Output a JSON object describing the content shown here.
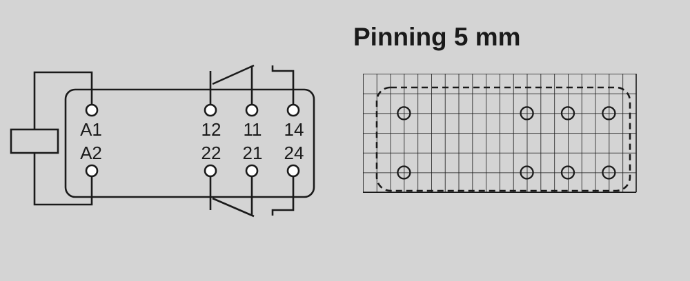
{
  "title": "Pinning 5 mm",
  "colors": {
    "background": "#d4d4d4",
    "line": "#1a1a1a",
    "pin_fill": "#ffffff"
  },
  "schematic": {
    "top_pins": [
      "A1",
      "12",
      "11",
      "14"
    ],
    "bottom_pins": [
      "A2",
      "22",
      "21",
      "24"
    ]
  },
  "pinning": {
    "pitch": "5 mm",
    "pin_rows": 2,
    "pins_per_row": 4
  }
}
